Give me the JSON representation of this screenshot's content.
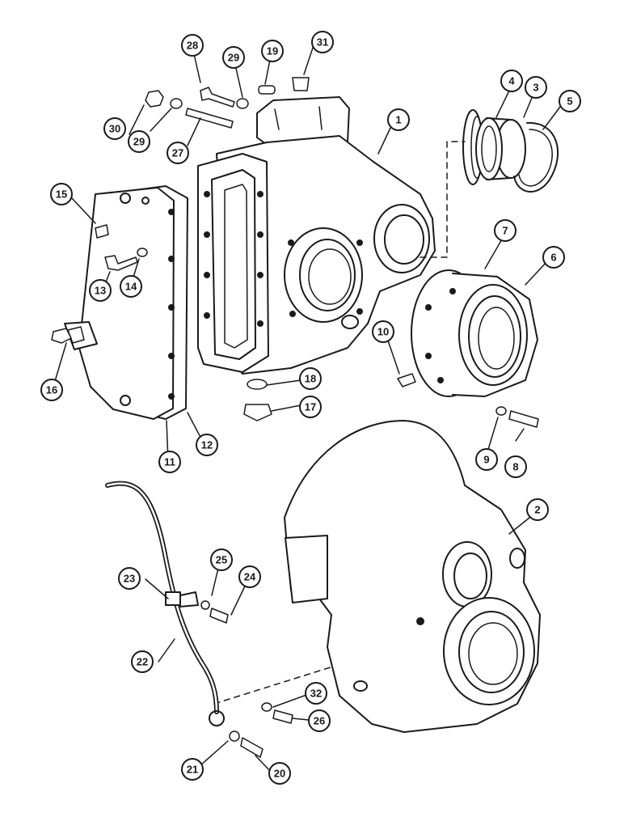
{
  "colors": {
    "ink": "#1a1a1a",
    "paper": "#ffffff"
  },
  "callouts": [
    {
      "id": "c1",
      "label": "1"
    },
    {
      "id": "c2",
      "label": "2"
    },
    {
      "id": "c3",
      "label": "3"
    },
    {
      "id": "c4",
      "label": "4"
    },
    {
      "id": "c5",
      "label": "5"
    },
    {
      "id": "c6",
      "label": "6"
    },
    {
      "id": "c7",
      "label": "7"
    },
    {
      "id": "c8",
      "label": "8"
    },
    {
      "id": "c9",
      "label": "9"
    },
    {
      "id": "c10",
      "label": "10"
    },
    {
      "id": "c11",
      "label": "11"
    },
    {
      "id": "c12",
      "label": "12"
    },
    {
      "id": "c13",
      "label": "13"
    },
    {
      "id": "c14",
      "label": "14"
    },
    {
      "id": "c15",
      "label": "15"
    },
    {
      "id": "c16",
      "label": "16"
    },
    {
      "id": "c17",
      "label": "17"
    },
    {
      "id": "c18",
      "label": "18"
    },
    {
      "id": "c19",
      "label": "19"
    },
    {
      "id": "c20",
      "label": "20"
    },
    {
      "id": "c21",
      "label": "21"
    },
    {
      "id": "c22",
      "label": "22"
    },
    {
      "id": "c23",
      "label": "23"
    },
    {
      "id": "c24",
      "label": "24"
    },
    {
      "id": "c25",
      "label": "25"
    },
    {
      "id": "c26",
      "label": "26"
    },
    {
      "id": "c27",
      "label": "27"
    },
    {
      "id": "c28",
      "label": "28"
    },
    {
      "id": "c29a",
      "label": "29"
    },
    {
      "id": "c29b",
      "label": "29"
    },
    {
      "id": "c30",
      "label": "30"
    },
    {
      "id": "c31",
      "label": "31"
    },
    {
      "id": "c32",
      "label": "32"
    }
  ]
}
